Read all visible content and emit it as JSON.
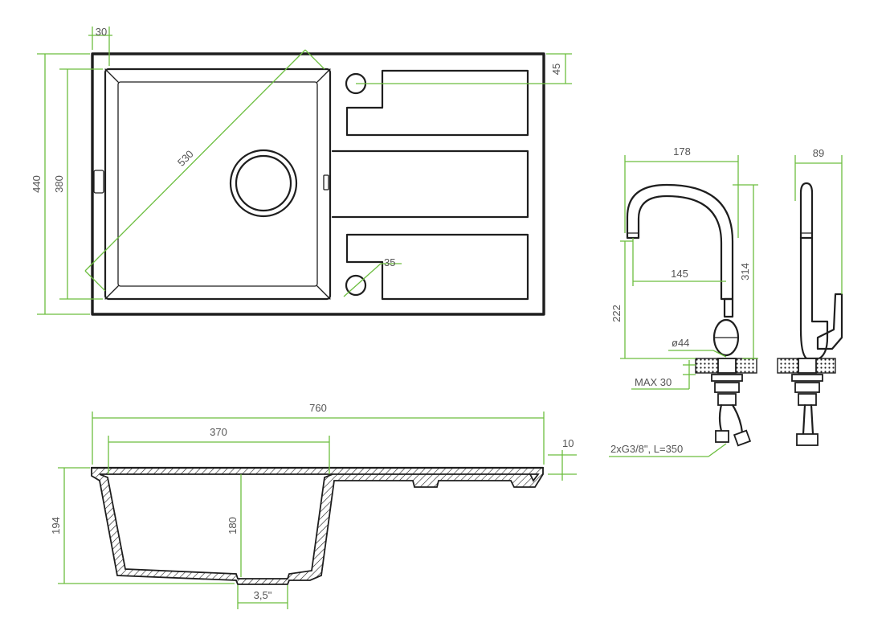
{
  "colors": {
    "dimension_line": "#6cbe3f",
    "outline": "#1e1e1e",
    "label_text": "#555555",
    "background": "#ffffff"
  },
  "sink_top_view": {
    "dim_rim_width": "30",
    "dim_overall_depth": "440",
    "dim_bowl_depth": "380",
    "dim_diagonal": "530",
    "dim_tap_hole_offset": "45",
    "dim_tap_hole_diameter": "35"
  },
  "sink_section_view": {
    "dim_overall_length": "760",
    "dim_bowl_length": "370",
    "dim_rim_height": "10",
    "dim_overall_height": "194",
    "dim_bowl_height": "180",
    "dim_drain_size": "3,5\""
  },
  "faucet_front_view": {
    "dim_spout_reach": "178",
    "dim_spout_inner_reach": "145",
    "dim_total_height": "314",
    "dim_spout_height": "222",
    "dim_base_diameter": "ø44",
    "dim_max_countertop": "MAX 30",
    "hose_label": "2xG3/8\", L=350"
  },
  "faucet_side_view": {
    "dim_depth": "89"
  }
}
